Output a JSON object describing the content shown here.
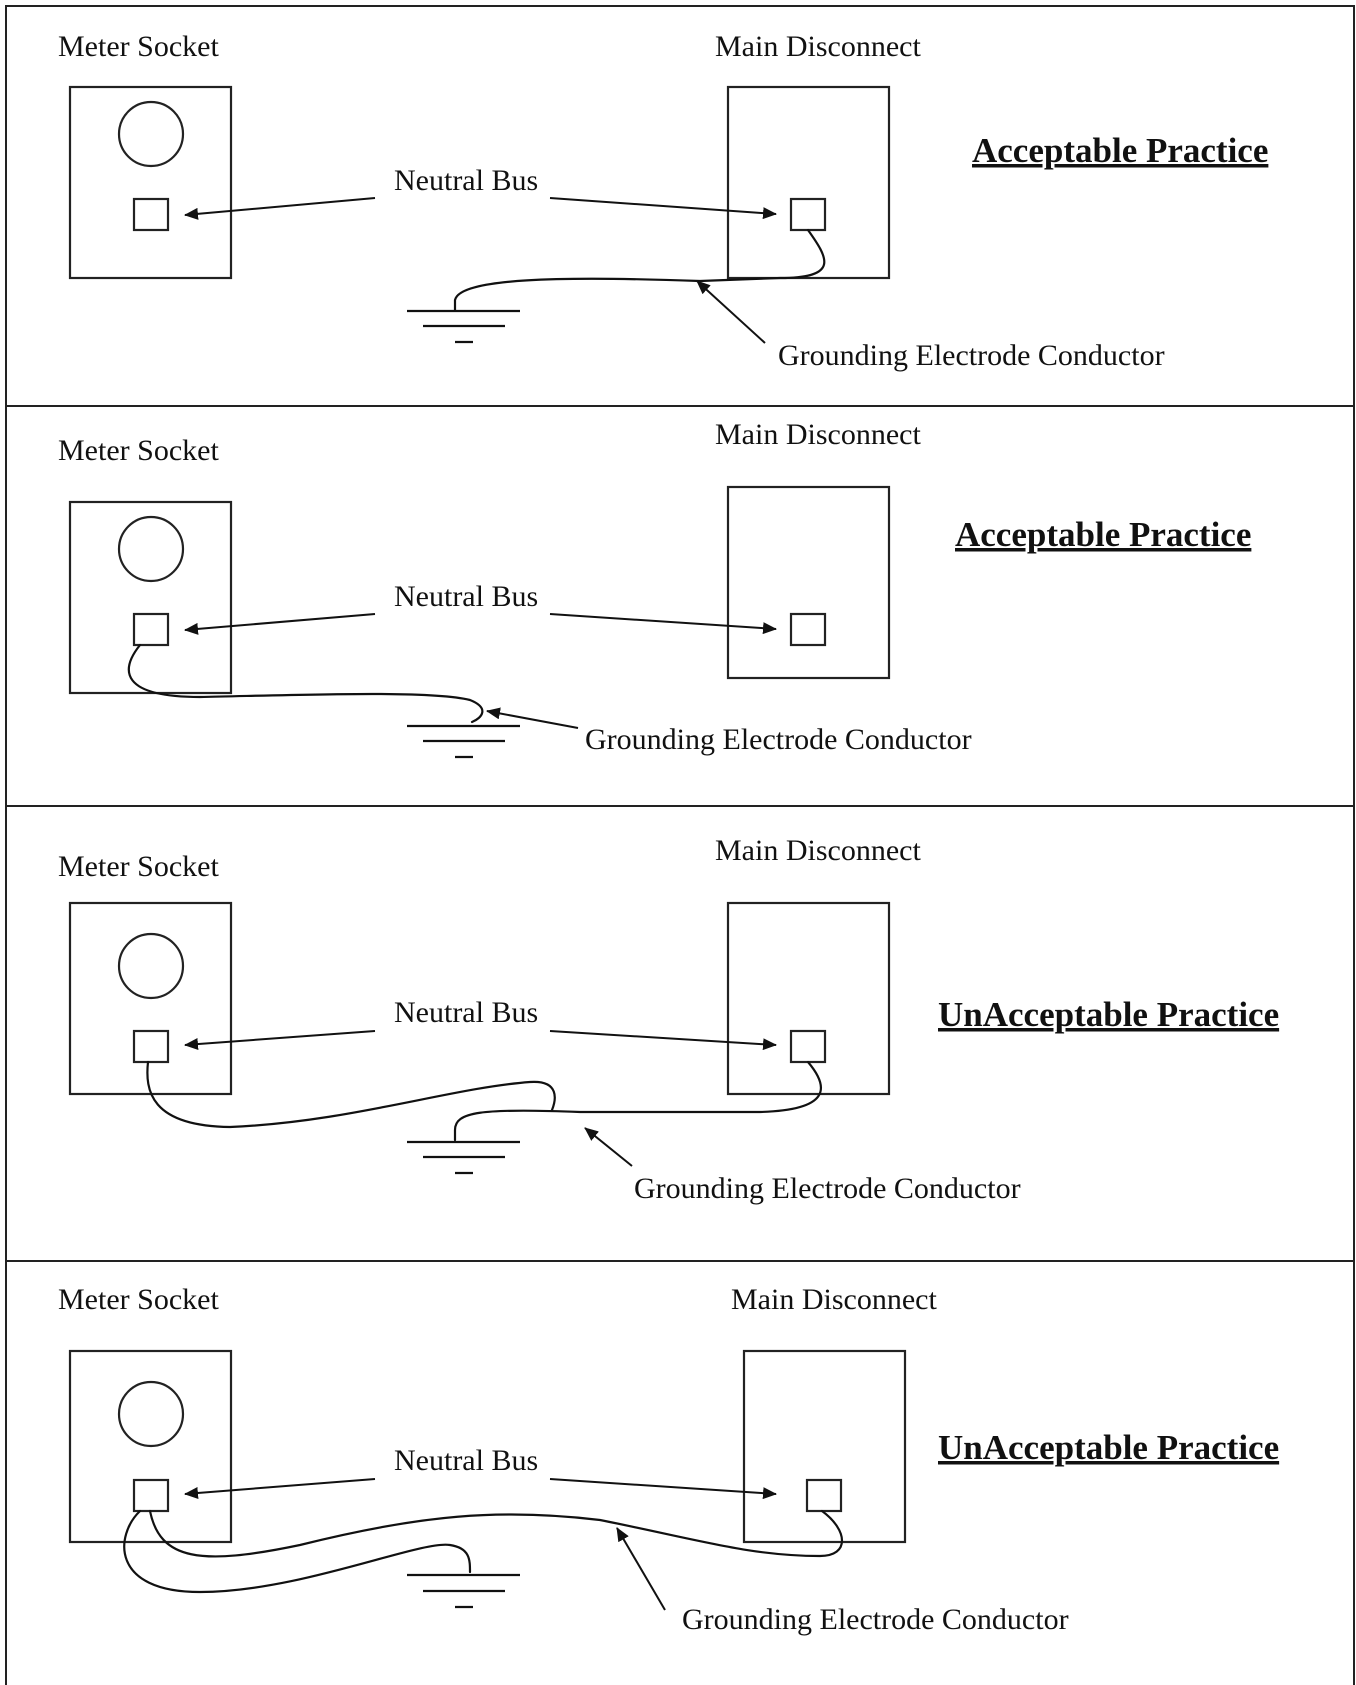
{
  "panels": [
    {
      "meter_label": "Meter Socket",
      "disconnect_label": "Main Disconnect",
      "neutral_label": "Neutral Bus",
      "gec_label": "Grounding Electrode Conductor",
      "practice": "Acceptable Practice"
    },
    {
      "meter_label": "Meter Socket",
      "disconnect_label": "Main Disconnect",
      "neutral_label": "Neutral Bus",
      "gec_label": "Grounding Electrode Conductor",
      "practice": "Acceptable Practice"
    },
    {
      "meter_label": "Meter Socket",
      "disconnect_label": "Main Disconnect",
      "neutral_label": "Neutral Bus",
      "gec_label": "Grounding Electrode Conductor",
      "practice": "UnAcceptable Practice"
    },
    {
      "meter_label": "Meter Socket",
      "disconnect_label": "Main Disconnect",
      "neutral_label": "Neutral Bus",
      "gec_label": "Grounding Electrode Conductor",
      "practice": "UnAcceptable Practice"
    }
  ]
}
